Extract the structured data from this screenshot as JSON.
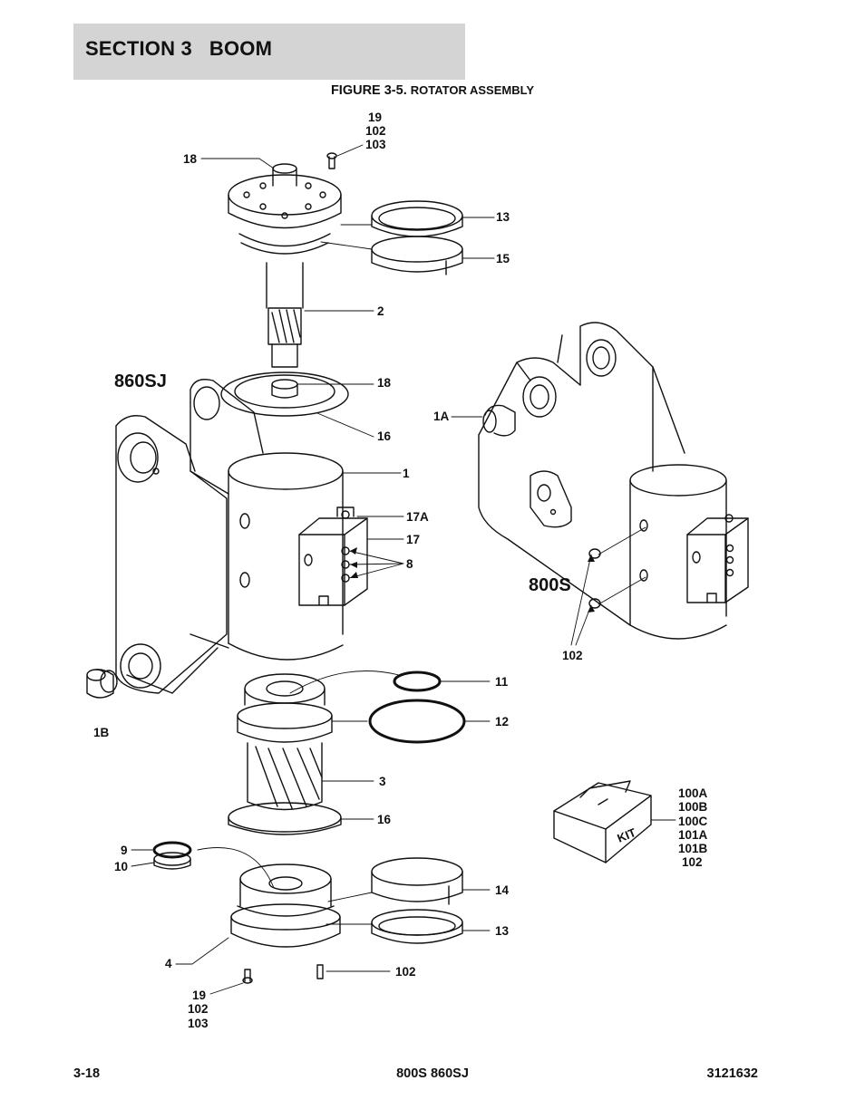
{
  "header": {
    "section_title": "SECTION 3   BOOM",
    "figure_number": "FIGURE 3-5.",
    "figure_name": "ROTATOR ASSEMBLY"
  },
  "models": {
    "left": "860SJ",
    "right": "800S"
  },
  "callouts": {
    "c_19_102_103_top": [
      "19",
      "102",
      "103"
    ],
    "c_18_top": "18",
    "c_13_top": "13",
    "c_15": "15",
    "c_2": "2",
    "c_18_mid": "18",
    "c_16_top": "16",
    "c_1": "1",
    "c_17A": "17A",
    "c_17": "17",
    "c_8": "8",
    "c_1A": "1A",
    "c_102_right": "102",
    "c_1B": "1B",
    "c_11": "11",
    "c_12": "12",
    "c_3": "3",
    "c_16_bottom": "16",
    "c_9": "9",
    "c_10": "10",
    "c_14": "14",
    "c_13_bottom": "13",
    "c_4": "4",
    "c_102_bottom": "102",
    "c_19_102_103_bottom": [
      "19",
      "102",
      "103"
    ],
    "kit_items": [
      "100A",
      "100B",
      "100C",
      "101A",
      "101B",
      "102"
    ]
  },
  "kit_label": "KIT",
  "footer": {
    "page": "3-18",
    "model": "800S 860SJ",
    "doc_number": "3121632"
  }
}
